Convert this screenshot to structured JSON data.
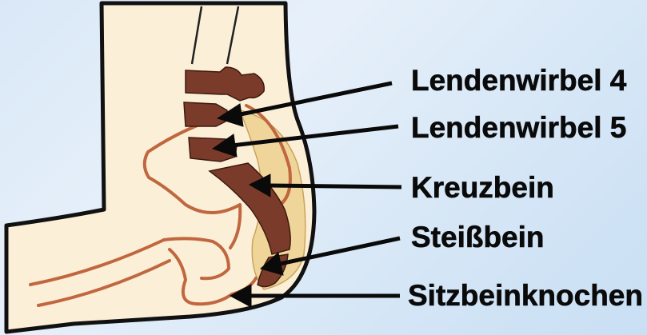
{
  "labels": [
    {
      "id": "lendenwirbel-4",
      "text": "Lendenwirbel 4"
    },
    {
      "id": "lendenwirbel-5",
      "text": "Lendenwirbel 5"
    },
    {
      "id": "kreuzbein",
      "text": "Kreuzbein"
    },
    {
      "id": "steissbein",
      "text": "Steißbein"
    },
    {
      "id": "sitzbeinknochen",
      "text": "Sitzbeinknochen"
    }
  ],
  "colors": {
    "background": "#dde9f6",
    "skin": "#fbefd7",
    "skin_shade": "#f0d59b",
    "bone": "#7a3b2a",
    "pelvis_outline": "#c0673f",
    "outline": "#111111",
    "arrow": "#0a0a0a"
  }
}
